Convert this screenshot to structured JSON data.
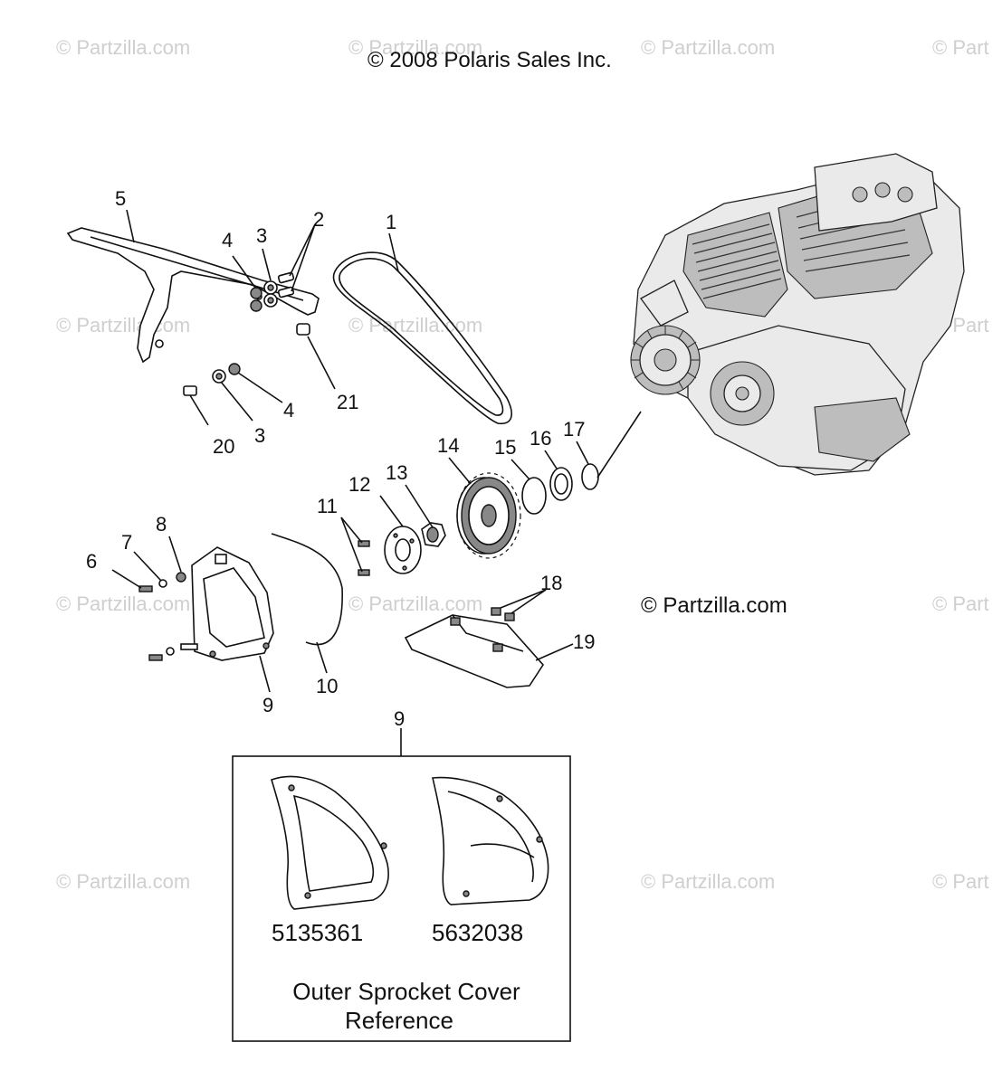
{
  "copyright": "© 2008 Polaris Sales Inc.",
  "watermark": "© Partzilla.com",
  "watermark_cut": "© Part",
  "site_label": "© Partzilla.com",
  "callouts": {
    "c1": "1",
    "c2": "2",
    "c3a": "3",
    "c3b": "3",
    "c4a": "4",
    "c4b": "4",
    "c5": "5",
    "c6": "6",
    "c7": "7",
    "c8": "8",
    "c9a": "9",
    "c9b": "9",
    "c10": "10",
    "c11": "11",
    "c12": "12",
    "c13": "13",
    "c14": "14",
    "c15": "15",
    "c16": "16",
    "c17": "17",
    "c18": "18",
    "c19": "19",
    "c20": "20",
    "c21": "21"
  },
  "reference_box": {
    "part_a": "5135361",
    "part_b": "5632038",
    "caption_line1": "Outer Sprocket Cover",
    "caption_line2": "Reference"
  }
}
